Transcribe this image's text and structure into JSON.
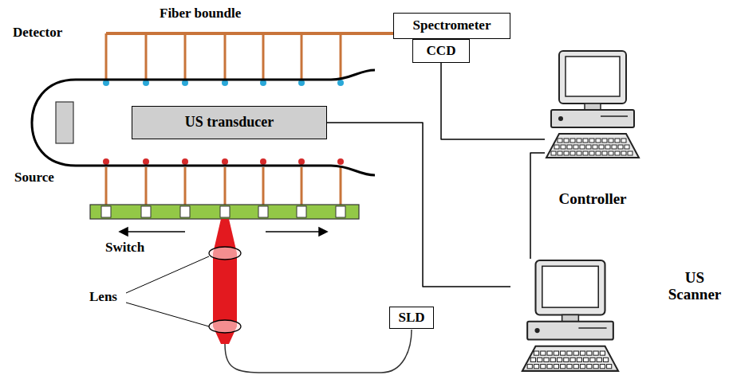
{
  "diagram": {
    "nodes": [
      {
        "text": [
          "Spectrometer"
        ]
      },
      {
        "text": [
          "CCD"
        ]
      },
      {
        "text": [
          "US transducer"
        ]
      },
      {
        "text": [
          "SLD"
        ]
      },
      {
        "text": [
          "Controller"
        ]
      },
      {
        "text": [
          "US Scanner"
        ]
      }
    ],
    "edges": [
      {
        "from": 1,
        "to": 4,
        "arrow": "none"
      },
      {
        "from": 4,
        "to": 5,
        "arrow": "none"
      },
      {
        "from": 2,
        "to": 5,
        "arrow": "none"
      }
    ],
    "labels": [
      "Fiber boundle",
      "Detector",
      "Source",
      "Switch",
      "Lens"
    ]
  }
}
